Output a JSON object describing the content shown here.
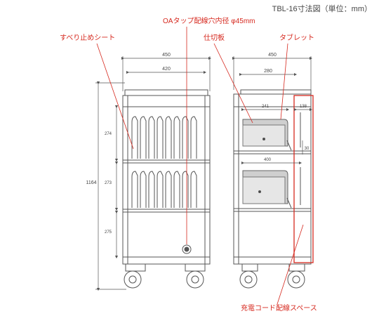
{
  "title": "TBL-16寸法図（単位：mm）",
  "callouts": {
    "oa_tap": "OAタップ配線穴内径 φ45mm",
    "slip_sheet": "すべり止めシート",
    "partition": "仕切板",
    "tablet": "タブレット",
    "charging_space": "充電コード配線スペース"
  },
  "front_dims": {
    "width_outer": "450",
    "width_inner": "420",
    "height_total": "1164",
    "shelf_upper": "274",
    "shelf_middle": "273",
    "shelf_lower": "275"
  },
  "side_dims": {
    "depth": "450",
    "inner_depth": "280",
    "tablet_depth": "241",
    "cord_space": "138",
    "slot_pitch": "30",
    "tablet_length": "400"
  },
  "colors": {
    "callout": "#d6281e",
    "line": "#555555",
    "tablet_fill": "#cfcfcf"
  }
}
